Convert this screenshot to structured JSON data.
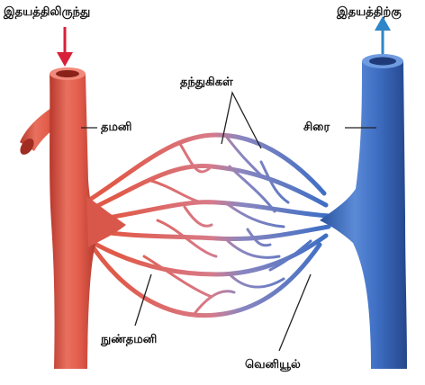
{
  "labels": {
    "from_heart": "இதயத்திலிருந்து",
    "to_heart": "இதயத்திற்கு",
    "artery": "தமனி",
    "vein": "சிரை",
    "capillaries": "தந்துகிகள்",
    "arteriole": "நுண்தமனி",
    "venule": "வெனியூல்"
  },
  "colors": {
    "artery": "#e05a4a",
    "artery_dark": "#b23a2e",
    "vein": "#3f6fc4",
    "vein_dark": "#274d96",
    "arrow_in": "#d8203a",
    "arrow_out": "#2f86c8"
  }
}
